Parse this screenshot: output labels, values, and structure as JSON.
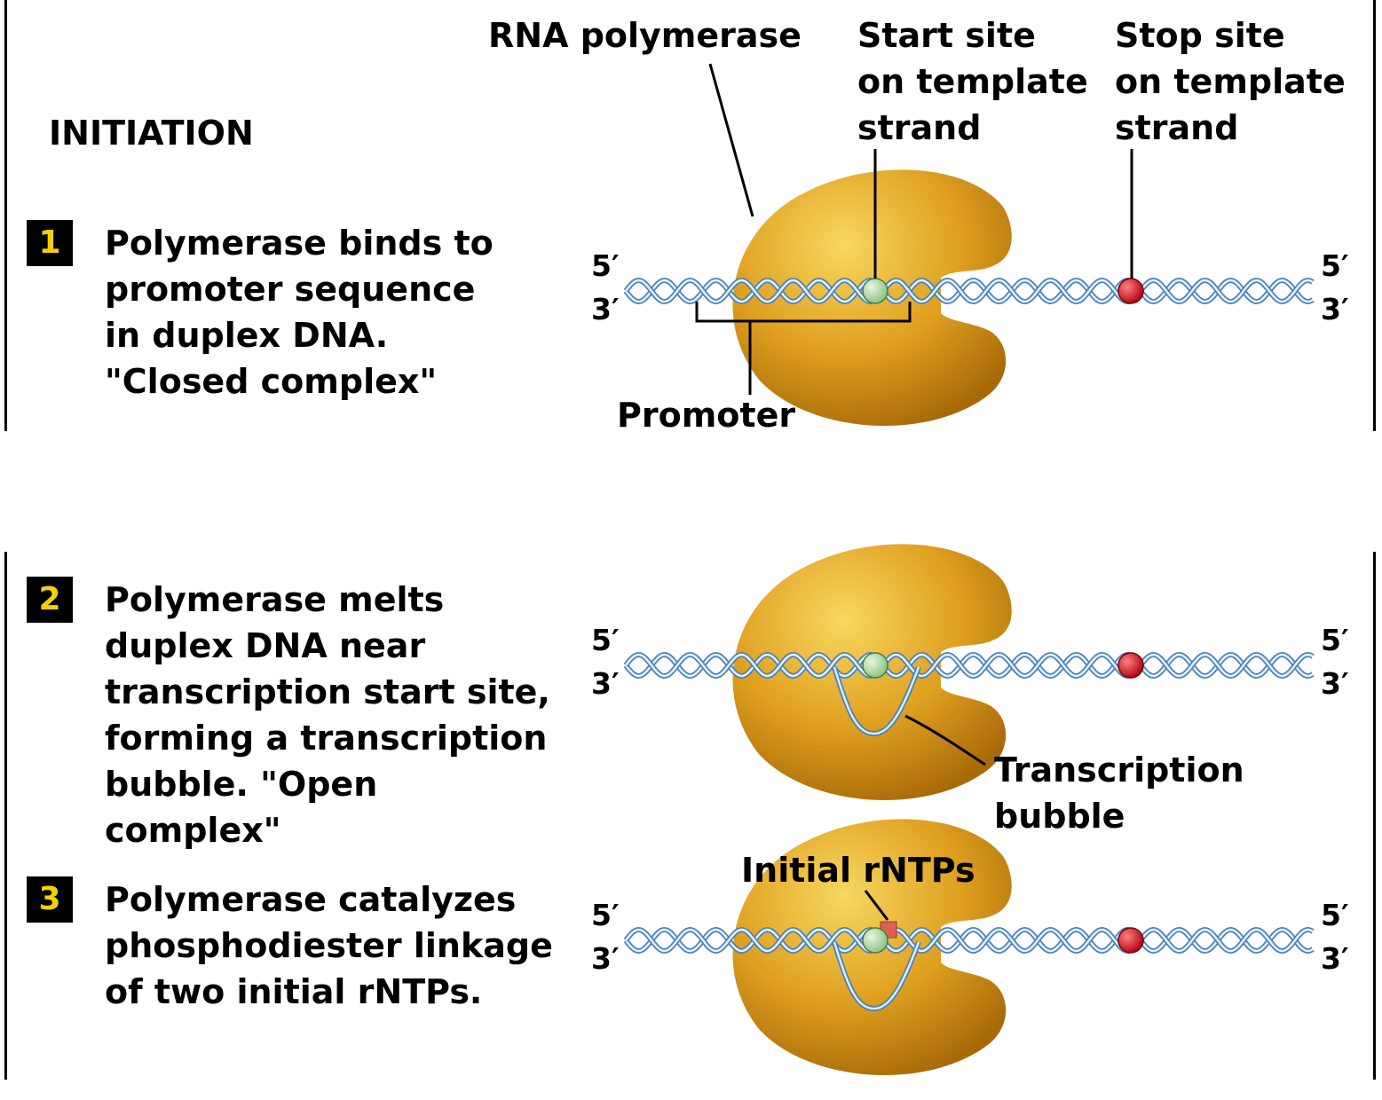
{
  "heading": "INITIATION",
  "steps": [
    {
      "number": "1",
      "text": "Polymerase binds to\npromoter sequence\nin duplex DNA.\n\"Closed complex\""
    },
    {
      "number": "2",
      "text": "Polymerase melts\nduplex DNA near\ntranscription start site,\nforming a transcription\nbubble.  \"Open\ncomplex\""
    },
    {
      "number": "3",
      "text": "Polymerase catalyzes\nphosphodiester linkage\nof two initial rNTPs."
    }
  ],
  "labels": {
    "rna_polymerase": "RNA polymerase",
    "start_site": "Start site\non template\nstrand",
    "stop_site": "Stop site\non template\nstrand",
    "promoter": "Promoter",
    "transcription_bubble": "Transcription\nbubble",
    "initial_rntps": "Initial rNTPs"
  },
  "strand_ends": {
    "left_top": "5′",
    "left_bottom": "3′",
    "right_top": "5′",
    "right_bottom": "3′"
  },
  "colors": {
    "polymerase": "#e0a020",
    "polymerase_highlight": "#f7d860",
    "dna_strand": "#4a82b8",
    "start_site": "#a8d8a0",
    "stop_site": "#d0101e",
    "step_number": "#f5d000",
    "rntp": "#e06050"
  }
}
